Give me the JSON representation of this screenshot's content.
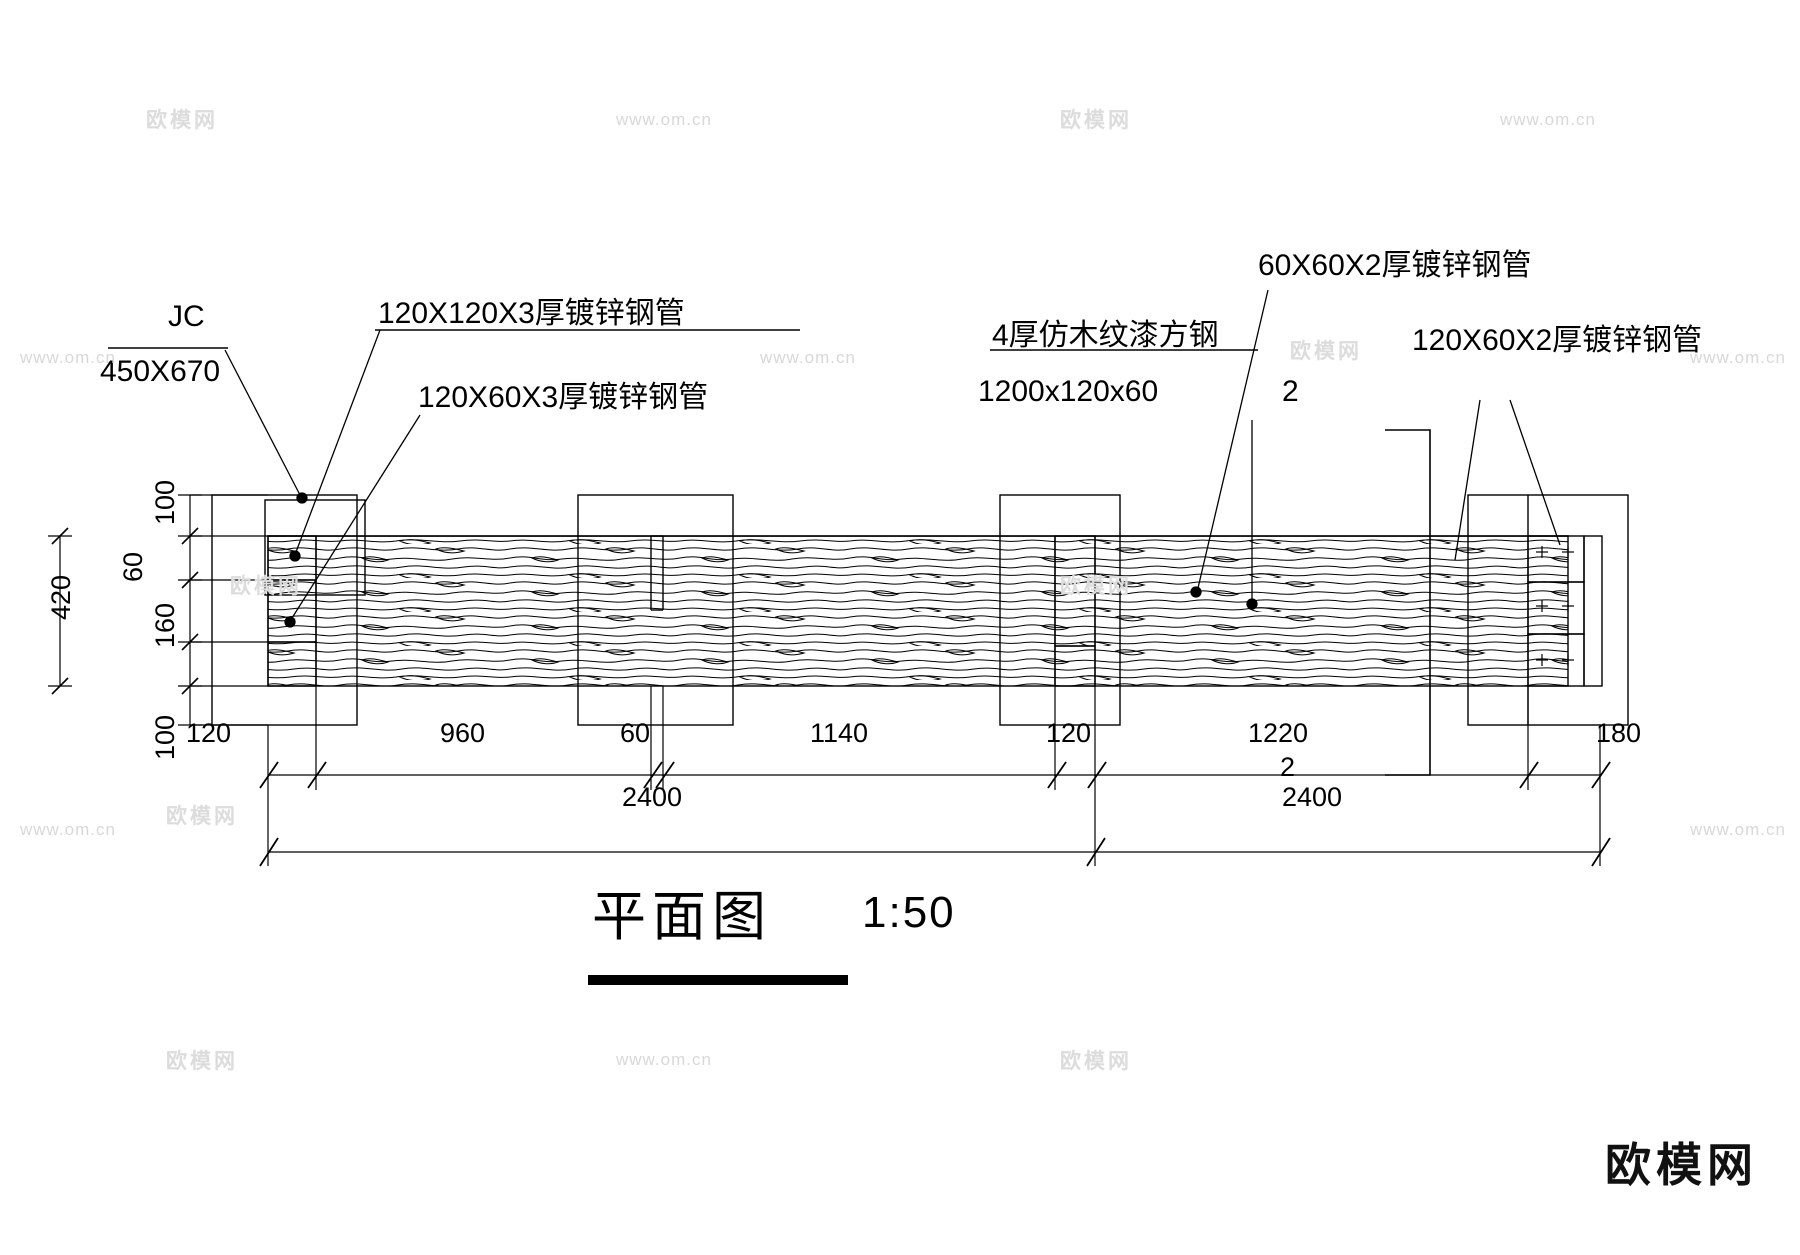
{
  "drawing": {
    "title_cn": "平面图",
    "title_scale": "1:50",
    "brand": "欧模网",
    "watermark_latin": "www.om.cn",
    "watermark_cn": "欧模网"
  },
  "callouts": [
    {
      "id": "jc-code",
      "line1": "JC",
      "line2": "450X670"
    },
    {
      "id": "tube-120x120x3",
      "text": "120X120X3厚镀锌钢管"
    },
    {
      "id": "tube-120x60x3",
      "text": "120X60X3厚镀锌钢管"
    },
    {
      "id": "tube-60x60x2",
      "text": "60X60X2厚镀锌钢管"
    },
    {
      "id": "woodgrain-steel",
      "line1": "4厚仿木纹漆方钢",
      "line2": "1200x120x60",
      "qty": "2"
    },
    {
      "id": "tube-120x60x2",
      "text": "120X60X2厚镀锌钢管"
    }
  ],
  "dimensions": {
    "left_stack": [
      "100",
      "60",
      "160",
      "100"
    ],
    "left_overall": "420",
    "bottom_chain_1": [
      "120",
      "960",
      "60",
      "1140"
    ],
    "bottom_chain_2": [
      "120",
      "1220",
      "180"
    ],
    "bottom_total_left": "2400",
    "bottom_total_right": "2400",
    "repeat_marker": "2"
  }
}
